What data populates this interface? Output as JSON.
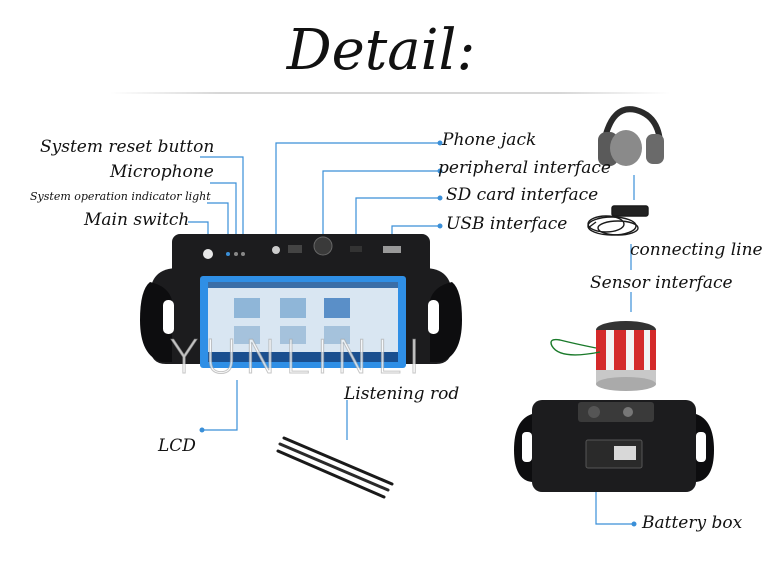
{
  "title": "Detail:",
  "watermark": "YUNLINLI",
  "labels": {
    "system_reset_button": "System reset button",
    "microphone": "Microphone",
    "system_operation_indicator_light": "System operation indicator light",
    "main_switch": "Main switch",
    "phone_jack": "Phone jack",
    "peripheral_interface": "peripheral interface",
    "sd_card_interface": "SD card interface",
    "usb_interface": "USB interface",
    "connecting_line": "connecting line",
    "sensor_interface": "Sensor interface",
    "listening_rod": "Listening rod",
    "lcd": "LCD",
    "battery_box": "Battery box"
  },
  "colors": {
    "leader_line": "#3a8fd8",
    "device_body": "#1c1c1e",
    "screen_blue": "#2f8fe6",
    "sensor_red": "#d42a2a"
  }
}
